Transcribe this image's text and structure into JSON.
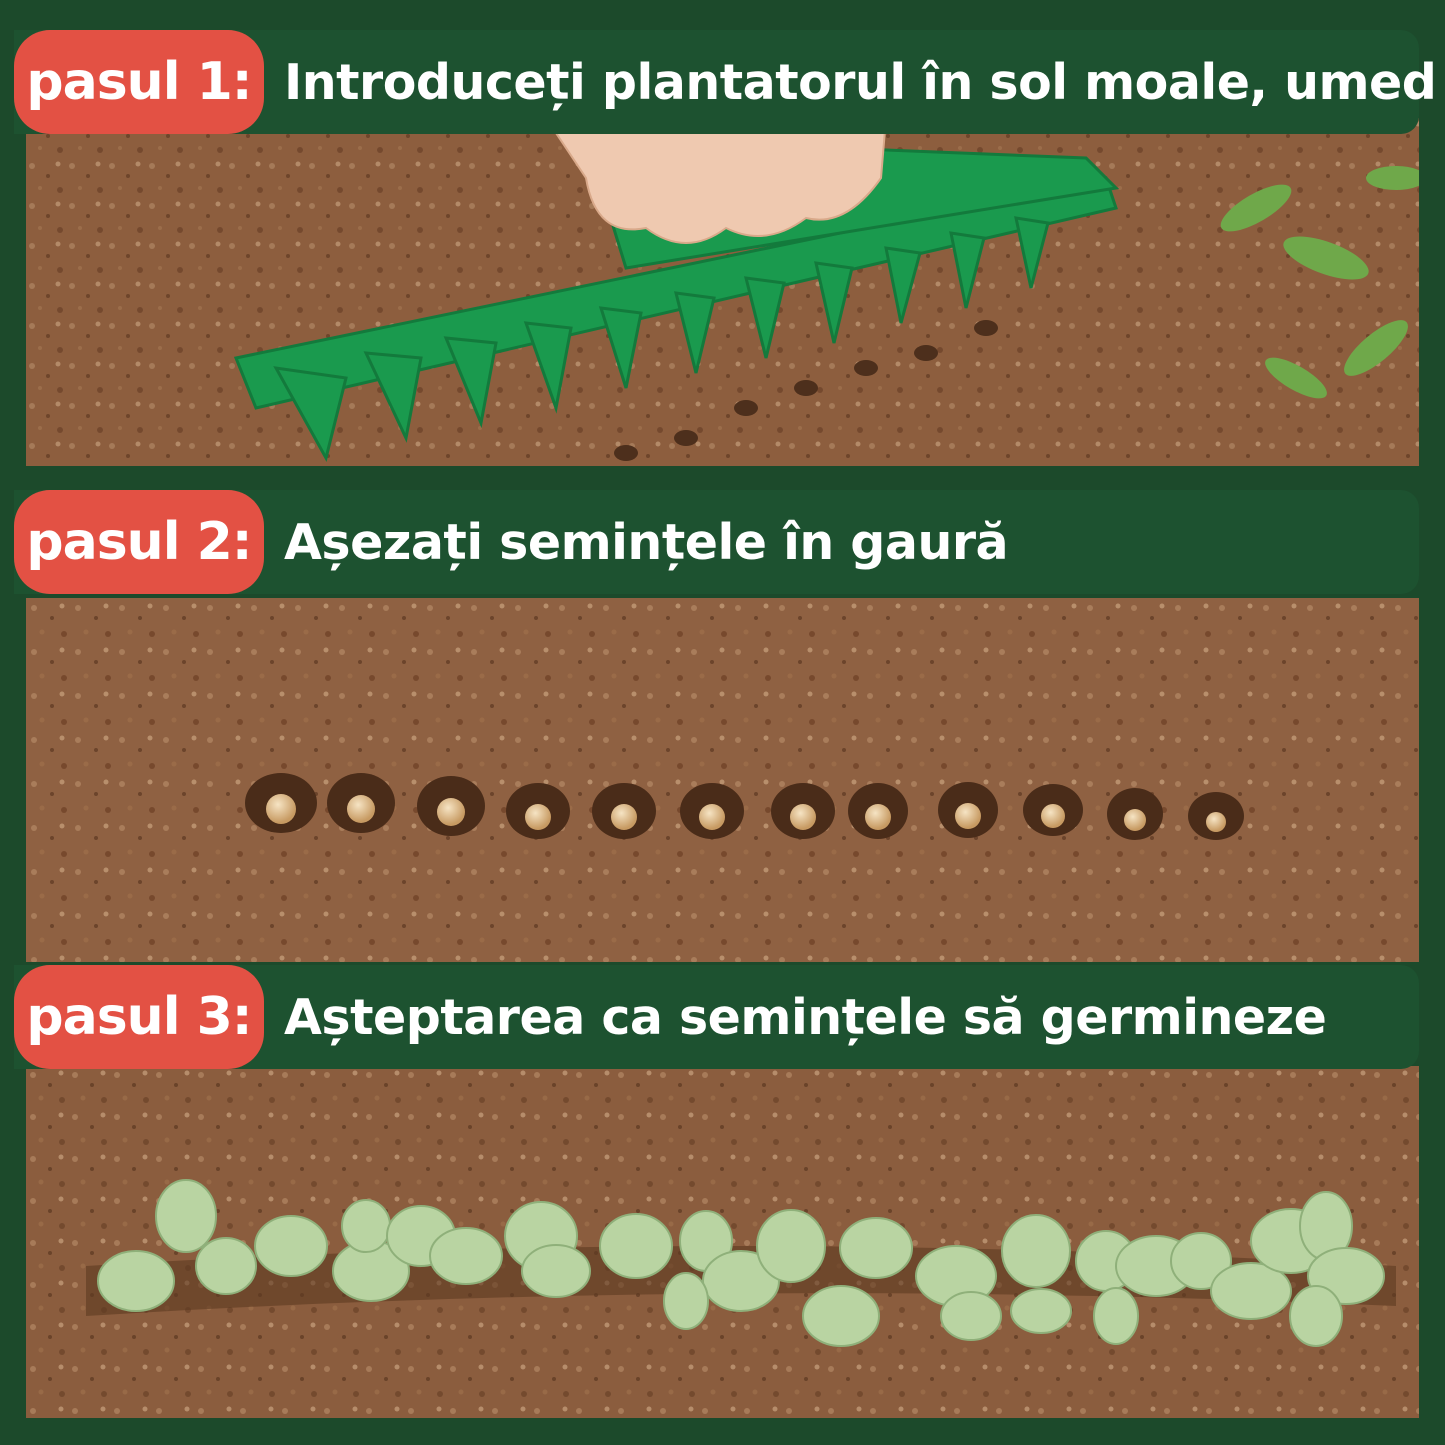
{
  "steps": [
    {
      "badge": "pasul 1:",
      "caption": "Introduceți plantatorul în sol moale, umed",
      "photo": "green-seed-planter-rake-pressed-into-soil"
    },
    {
      "badge": "pasul 2:",
      "caption": "Așezați semințele în gaură",
      "photo": "seeds-placed-in-row-of-holes"
    },
    {
      "badge": "pasul 3:",
      "caption": "Așteptarea ca semințele să germineze",
      "photo": "row-of-germinated-seedlings"
    }
  ],
  "colors": {
    "background": "#1c4a2b",
    "banner": "#1d5230",
    "badge": "#e35144",
    "text": "#ffffff",
    "soil": "#8a5c3c",
    "planter": "#1a9a4e",
    "seedling": "#b9d4a2"
  }
}
